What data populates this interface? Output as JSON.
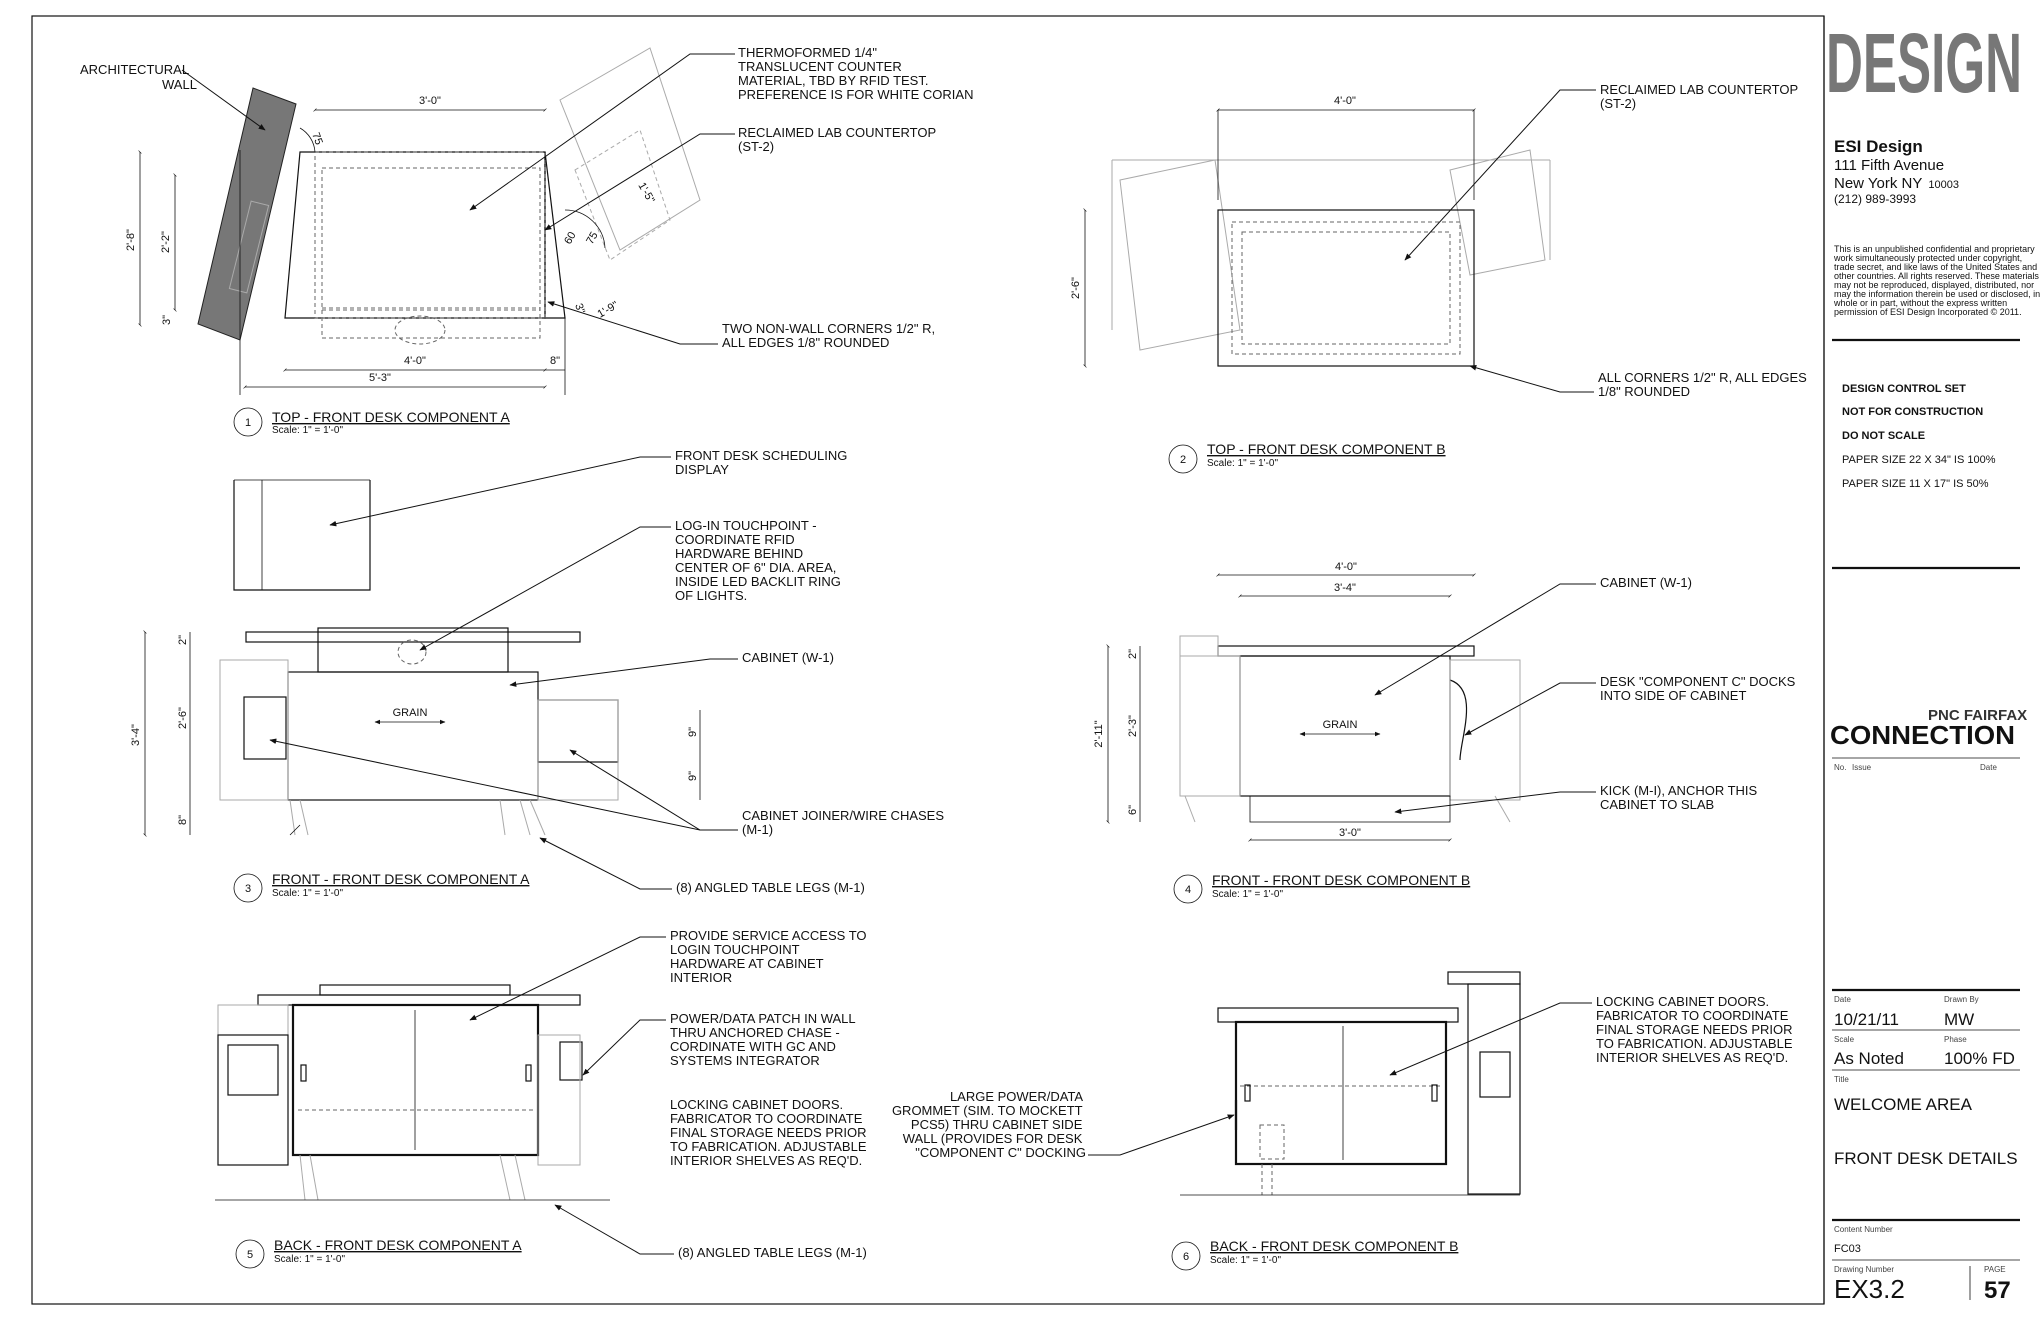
{
  "titleblock": {
    "logo": "DESIGN",
    "firm": "ESI Design",
    "address1": "111 Fifth Avenue",
    "address2": "New York  NY",
    "zip": "10003",
    "phone": "(212) 989-3993",
    "legal1": "This is an unpublished confidential and proprietary",
    "legal2": "work simultaneously protected under copyright,",
    "legal3": "trade secret, and like laws of the United States and",
    "legal4": "other countries. All rights reserved. These materials",
    "legal5": "may not be reproduced, displayed, distributed, nor",
    "legal6": "may the information therein be used or disclosed, in",
    "legal7": "whole or in part, without the express written",
    "legal8": "permission of ESI Design Incorporated © 2011.",
    "status1": "DESIGN CONTROL SET",
    "status2": "NOT FOR CONSTRUCTION",
    "status3": "DO NOT SCALE",
    "paper1": "PAPER SIZE 22 X 34\" IS 100%",
    "paper2": "PAPER SIZE 11 X 17\" IS 50%",
    "client_top": "PNC FAIRFAX",
    "client": "CONNECTION",
    "col_no": "No.",
    "col_issue": "Issue",
    "col_date": "Date",
    "date_label": "Date",
    "date": "10/21/11",
    "drawn_label": "Drawn By",
    "drawn": "MW",
    "scale_label": "Scale",
    "scale": "As Noted",
    "phase_label": "Phase",
    "phase": "100% FD",
    "title_label": "Title",
    "title1": "WELCOME AREA",
    "title2": "FRONT DESK DETAILS",
    "content_label": "Content Number",
    "content": "FC03",
    "drawing_label": "Drawing Number",
    "drawing": "EX3.2",
    "page_label": "PAGE",
    "page": "57"
  },
  "views": [
    {
      "num": "1",
      "title": "TOP - FRONT DESK COMPONENT A",
      "scale": "Scale: 1\" = 1'-0\""
    },
    {
      "num": "2",
      "title": "TOP - FRONT DESK COMPONENT B",
      "scale": "Scale: 1\" = 1'-0\""
    },
    {
      "num": "3",
      "title": "FRONT - FRONT DESK COMPONENT A",
      "scale": "Scale: 1\" = 1'-0\""
    },
    {
      "num": "4",
      "title": "FRONT - FRONT DESK COMPONENT B",
      "scale": "Scale: 1\" = 1'-0\""
    },
    {
      "num": "5",
      "title": "BACK - FRONT DESK COMPONENT A",
      "scale": "Scale: 1\" = 1'-0\""
    },
    {
      "num": "6",
      "title": "BACK - FRONT DESK COMPONENT B",
      "scale": "Scale: 1\" = 1'-0\""
    }
  ],
  "notes": {
    "arch_wall": [
      "ARCHITECTURAL",
      "WALL"
    ],
    "thermo": [
      "THERMOFORMED 1/4\"",
      "TRANSLUCENT COUNTER",
      "MATERIAL, TBD BY RFID TEST.",
      "PREFERENCE IS FOR WHITE CORIAN"
    ],
    "reclaimed_a": [
      "RECLAIMED LAB COUNTERTOP",
      "(ST-2)"
    ],
    "corners_a": [
      "TWO NON-WALL CORNERS 1/2\" R,",
      "ALL EDGES 1/8\" ROUNDED"
    ],
    "reclaimed_b": [
      "RECLAIMED LAB COUNTERTOP",
      "(ST-2)"
    ],
    "corners_b": [
      "ALL CORNERS 1/2\" R, ALL EDGES",
      "1/8\" ROUNDED"
    ],
    "scheduling": [
      "FRONT DESK SCHEDULING",
      "DISPLAY"
    ],
    "login": [
      "LOG-IN TOUCHPOINT -",
      "COORDINATE RFID",
      "HARDWARE BEHIND",
      "CENTER OF 6\" DIA. AREA,",
      "INSIDE LED BACKLIT RING",
      "OF LIGHTS."
    ],
    "cabinet_a": [
      "CABINET (W-1)"
    ],
    "joiner": [
      "CABINET JOINER/WIRE CHASES",
      "(M-1)"
    ],
    "legs_a3": [
      "(8) ANGLED TABLE LEGS (M-1)"
    ],
    "cabinet_b": [
      "CABINET (W-1)"
    ],
    "dock": [
      "DESK \"COMPONENT C\" DOCKS",
      "INTO SIDE OF CABINET"
    ],
    "kick": [
      "KICK (M-I), ANCHOR THIS",
      "CABINET TO SLAB"
    ],
    "service": [
      "PROVIDE SERVICE ACCESS TO",
      "LOGIN TOUCHPOINT",
      "HARDWARE AT CABINET",
      "INTERIOR"
    ],
    "power_wall": [
      "POWER/DATA PATCH IN WALL",
      "THRU ANCHORED CHASE -",
      "CORDINATE WITH GC AND",
      "SYSTEMS INTEGRATOR"
    ],
    "locking_a": [
      "LOCKING CABINET DOORS.",
      "FABRICATOR TO COORDINATE",
      "FINAL STORAGE NEEDS PRIOR",
      "TO FABRICATION. ADJUSTABLE",
      "INTERIOR SHELVES AS REQ'D."
    ],
    "legs_a5": [
      "(8) ANGLED TABLE LEGS (M-1)"
    ],
    "grommet": [
      "LARGE POWER/DATA",
      "GROMMET (SIM. TO MOCKETT",
      "PCS5) THRU CABINET SIDE",
      "WALL (PROVIDES FOR DESK",
      "\"COMPONENT C\" DOCKING"
    ],
    "locking_b": [
      "LOCKING CABINET DOORS.",
      "FABRICATOR TO COORDINATE",
      "FINAL STORAGE NEEDS PRIOR",
      "TO FABRICATION. ADJUSTABLE",
      "INTERIOR SHELVES AS REQ'D."
    ]
  },
  "dims": {
    "a_w30": "3'-0\"",
    "a_w40": "4'-0\"",
    "a_w53": "5'-3\"",
    "a_h28": "2'-8\"",
    "a_h22": "2'-2\"",
    "a_3": "3\"",
    "a_8": "8\"",
    "a_75": "75",
    "a_60": "60",
    "a_75b": "75",
    "a_15": "1'-5\"",
    "a_19": "1'-9\"",
    "a_3b": "3\"",
    "b_w40": "4'-0\"",
    "b_h26": "2'-6\"",
    "f3_h34": "3'-4\"",
    "f3_2": "2\"",
    "f3_26": "2'-6\"",
    "f3_8": "8\"",
    "f3_9a": "9\"",
    "f3_9b": "9\"",
    "grain": "GRAIN",
    "f4_w40": "4'-0\"",
    "f4_w34": "3'-4\"",
    "f4_w30": "3'-0\"",
    "f4_h211": "2'-11\"",
    "f4_2": "2\"",
    "f4_23": "2'-3\"",
    "f4_6": "6\""
  }
}
